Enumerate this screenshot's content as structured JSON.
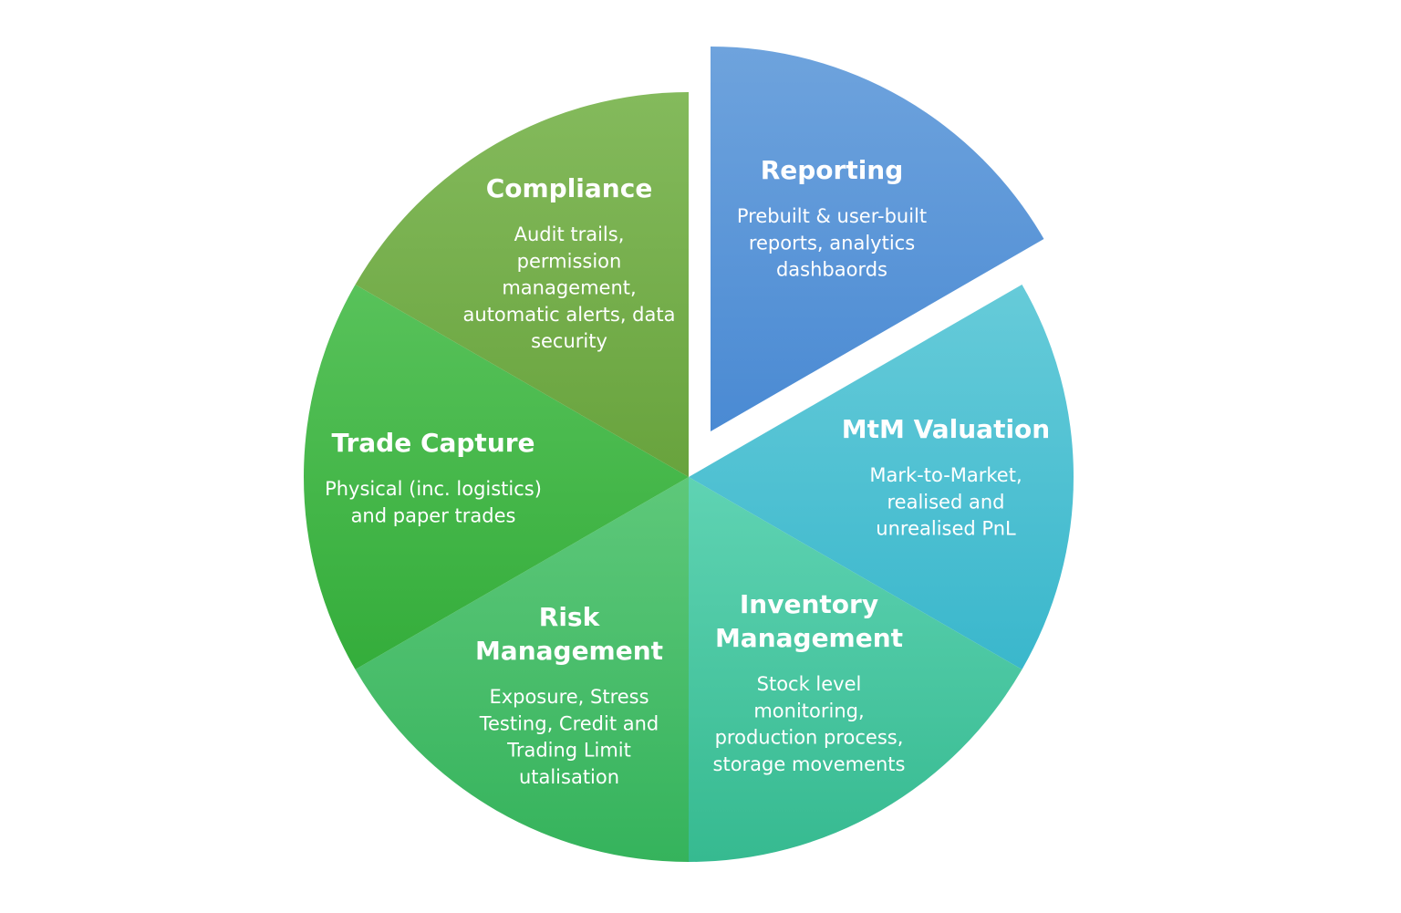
{
  "segments": [
    {
      "id": "reporting",
      "title_lines": [
        "Reporting"
      ],
      "desc_lines": [
        "Prebuilt & user-built",
        "reports, analytics",
        "dashbaords"
      ],
      "color_top": "#6ea3dd",
      "color_bottom": "#4a8ad3"
    },
    {
      "id": "mtm-valuation",
      "title_lines": [
        "MtM Valuation"
      ],
      "desc_lines": [
        "Mark-to-Market,",
        "realised and",
        "unrealised PnL"
      ],
      "color_top": "#66cbd9",
      "color_bottom": "#3ab7cc"
    },
    {
      "id": "inventory-management",
      "title_lines": [
        "Inventory",
        "Management"
      ],
      "desc_lines": [
        "Stock level",
        "monitoring,",
        "production process,",
        "storage movements"
      ],
      "color_top": "#5fd3b3",
      "color_bottom": "#36ba90"
    },
    {
      "id": "risk-management",
      "title_lines": [
        "Risk",
        "Management"
      ],
      "desc_lines": [
        "Exposure, Stress",
        "Testing, Credit and",
        "Trading Limit",
        "utalisation"
      ],
      "color_top": "#5ec87a",
      "color_bottom": "#35b35c"
    },
    {
      "id": "trade-capture",
      "title_lines": [
        "Trade Capture"
      ],
      "desc_lines": [
        "Physical (inc. logistics)",
        "and paper trades"
      ],
      "color_top": "#58c25a",
      "color_bottom": "#34ad3b"
    },
    {
      "id": "compliance",
      "title_lines": [
        "Compliance"
      ],
      "desc_lines": [
        "Audit trails,",
        "permission",
        "management,",
        "automatic alerts, data",
        "security"
      ],
      "color_top": "#84ba5c",
      "color_bottom": "#68a33d"
    }
  ]
}
